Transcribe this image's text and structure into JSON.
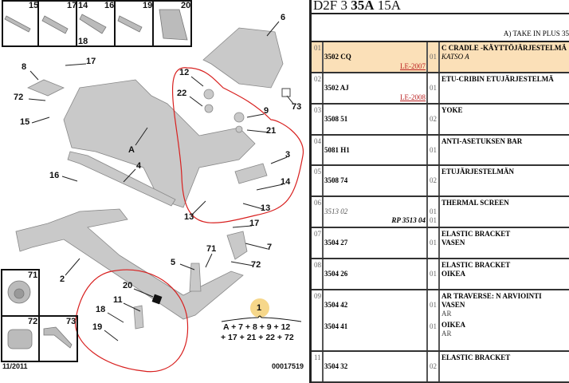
{
  "diagram": {
    "top_boxes": [
      "15",
      "17",
      "14",
      "16",
      "18",
      "19",
      "20"
    ],
    "callouts": [
      "6",
      "17",
      "8",
      "12",
      "22",
      "9",
      "73",
      "72",
      "15",
      "21",
      "A",
      "3",
      "4",
      "16",
      "14",
      "13",
      "13",
      "17",
      "7",
      "71",
      "5",
      "72",
      "2",
      "20",
      "11",
      "18",
      "19"
    ],
    "inset_boxes": [
      "71",
      "72",
      "73"
    ],
    "kit_number": "1",
    "kit_formula_line1": "A + 7 + 8 + 9 + 12",
    "kit_formula_line2": "+ 17 + 21 + 22 + 72",
    "date": "11/2011",
    "ref": "00017519",
    "colors": {
      "circle": "#d8201f",
      "kit_badge": "#f6d78a"
    }
  },
  "header": {
    "prefix": "D2F 3 ",
    "bold": "35A",
    "suffix": " 15A",
    "note": "A) TAKE IN PLUS 35"
  },
  "rows": [
    {
      "num": "01",
      "part": "3502 CQ",
      "link": "LE-2007",
      "qty": "01",
      "desc": "C CRADLE -KÄYTTÖJÄRJESTELMÄ",
      "sub": "KATSO A"
    },
    {
      "num": "02",
      "part": "3502 AJ",
      "link": "LE-2008",
      "qty": "01",
      "desc": "ETU-CRIBIN ETUJÄRJESTELMÄ"
    },
    {
      "num": "03",
      "part": "3508 51",
      "qty": "02",
      "desc": "YOKE"
    },
    {
      "num": "04",
      "part": "5081 H1",
      "qty": "01",
      "desc": "ANTI-ASETUKSEN BAR"
    },
    {
      "num": "05",
      "part": "3508 74",
      "qty": "02",
      "desc": "ETUJÄRJESTELMÄN"
    },
    {
      "num": "06",
      "part": "3513 02",
      "qty": "01",
      "rp": "RP 3513 04",
      "rp_qty": "01",
      "desc": "THERMAL SCREEN"
    },
    {
      "num": "07",
      "part": "3504 27",
      "qty": "01",
      "desc": "ELASTIC BRACKET",
      "desc2": "VASEN"
    },
    {
      "num": "08",
      "part": "3504 26",
      "qty": "01",
      "desc": "ELASTIC BRACKET",
      "desc2": "OIKEA"
    },
    {
      "num": "09",
      "part": "3504 42",
      "qty": "01",
      "desc": "AR TRAVERSE: N ARVIOINTI",
      "desc2": "VASEN",
      "desc3": "AR",
      "part_b": "3504 41",
      "qty_b": "01",
      "desc_b": "OIKEA",
      "desc_b2": "AR"
    },
    {
      "num": "11",
      "part": "3504 32",
      "qty": "02",
      "desc": "ELASTIC BRACKET"
    }
  ]
}
